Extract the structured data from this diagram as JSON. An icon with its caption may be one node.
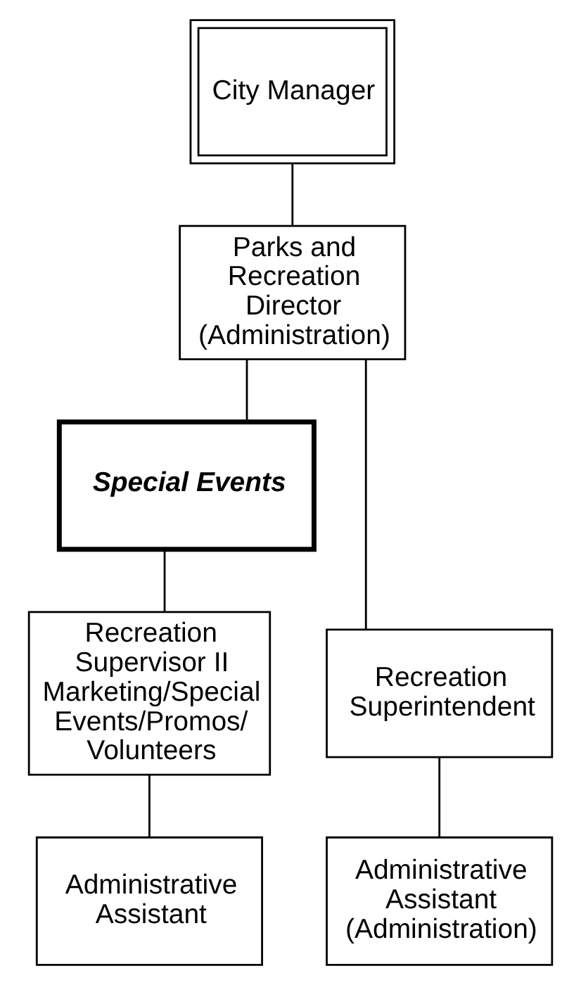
{
  "diagram": {
    "nodes": [
      {
        "text": [
          "City Manager"
        ]
      },
      {
        "text": [
          "Parks and Recreation Director (Administration)"
        ]
      },
      {
        "text": [
          "Special Events"
        ]
      },
      {
        "text": [
          "Recreation Supervisor II Marketing/Special Events/Promos/ Volunteers"
        ]
      },
      {
        "text": [
          "Recreation Superintendent"
        ]
      },
      {
        "text": [
          "Administrative Assistant"
        ]
      },
      {
        "text": [
          "Administrative Assistant (Administration)"
        ]
      }
    ],
    "edges": [
      {
        "from": 0,
        "to": 1,
        "arrow": "none"
      },
      {
        "from": 1,
        "to": 2,
        "arrow": "none"
      },
      {
        "from": 1,
        "to": 4,
        "arrow": "none"
      },
      {
        "from": 2,
        "to": 3,
        "arrow": "none"
      },
      {
        "from": 3,
        "to": 5,
        "arrow": "none"
      },
      {
        "from": 4,
        "to": 6,
        "arrow": "none"
      }
    ]
  }
}
